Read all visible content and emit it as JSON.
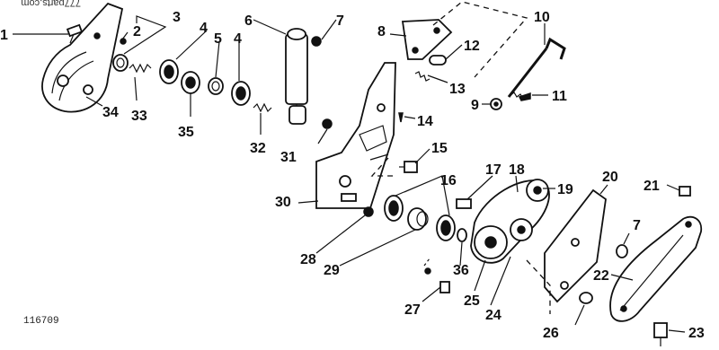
{
  "figure_code": "116709",
  "watermark": "777parts.com",
  "callouts": [
    "1",
    "2",
    "3",
    "4",
    "4",
    "5",
    "6",
    "7",
    "7",
    "8",
    "9",
    "10",
    "11",
    "12",
    "13",
    "14",
    "15",
    "16",
    "17",
    "18",
    "19",
    "20",
    "21",
    "22",
    "23",
    "24",
    "25",
    "26",
    "27",
    "28",
    "29",
    "30",
    "31",
    "32",
    "33",
    "34",
    "35",
    "36"
  ]
}
